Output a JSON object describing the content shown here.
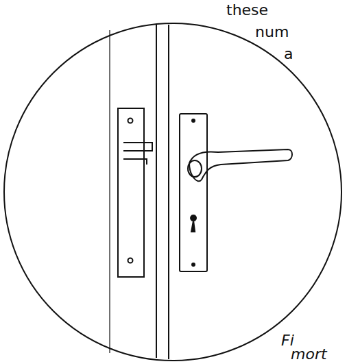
{
  "diagram": {
    "labels": [
      "these",
      "num",
      "a",
      "Fi",
      "mort"
    ]
  }
}
